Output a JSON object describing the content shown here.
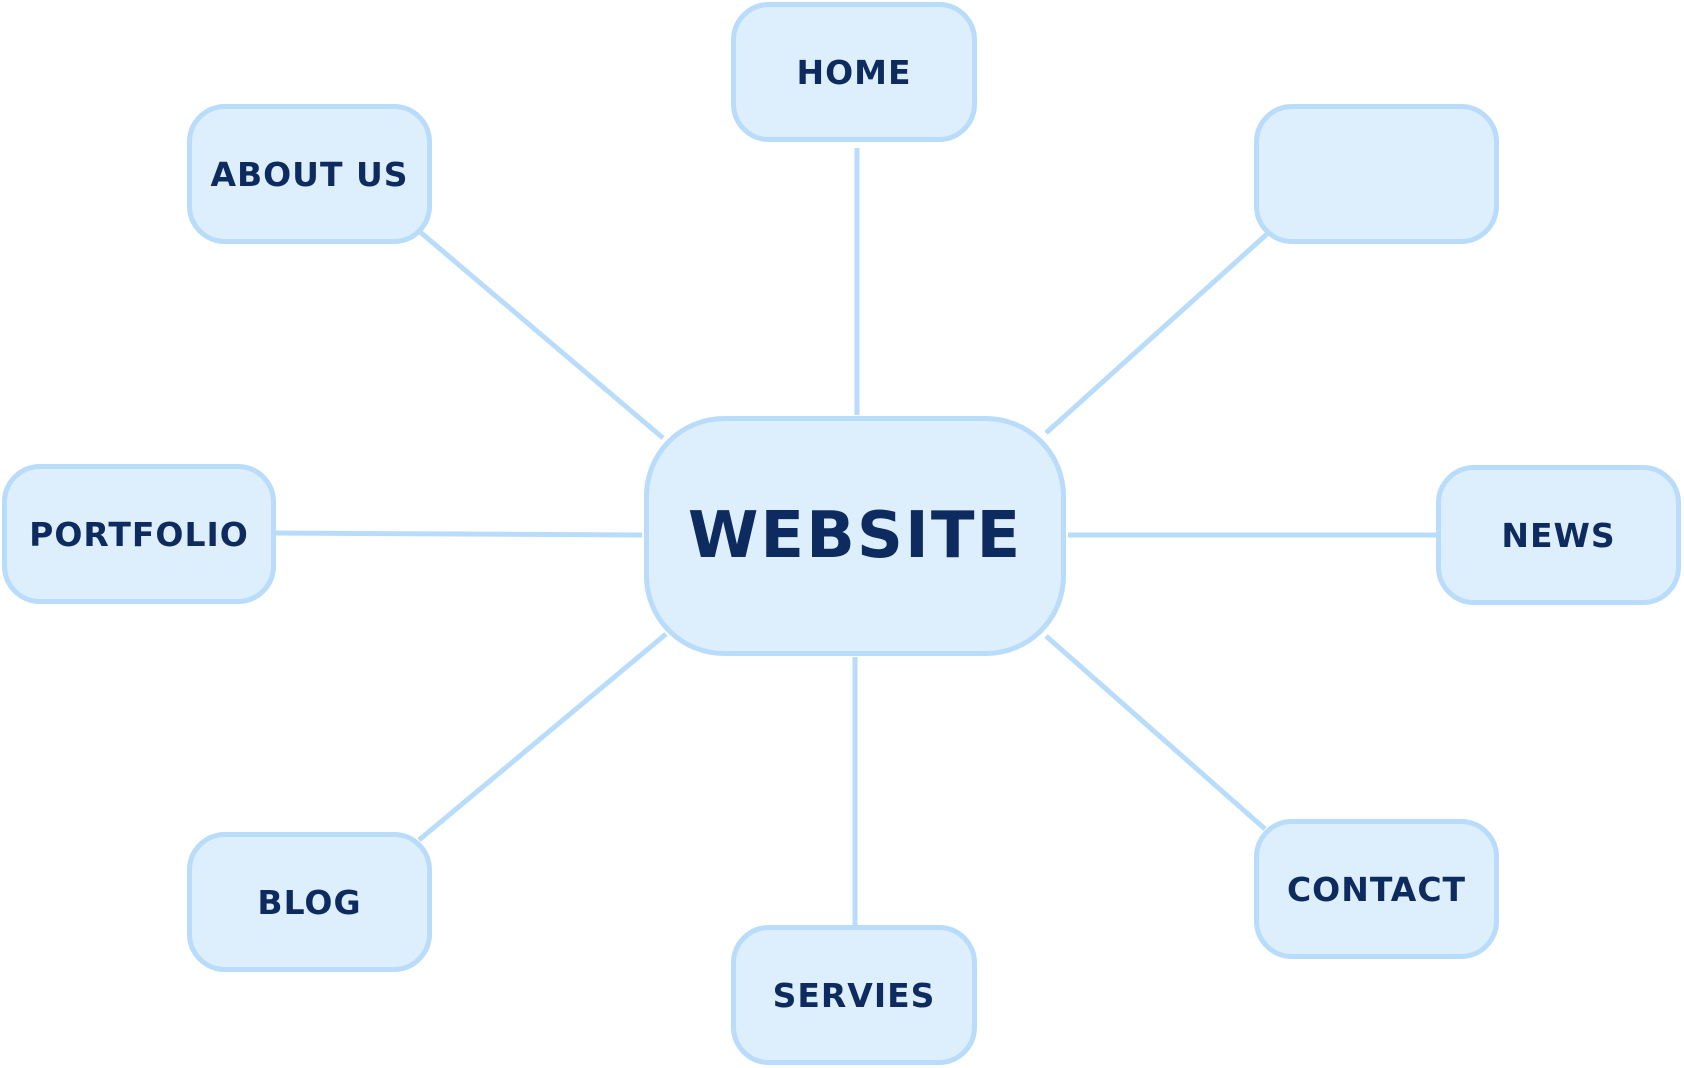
{
  "diagram": {
    "center": "WEBSITE",
    "nodes": {
      "home": "HOME",
      "about": "ABOUT US",
      "blank": "",
      "portfolio": "PORTFOLIO",
      "news": "NEWS",
      "blog": "BLOG",
      "servies": "SERVIES",
      "contact": "CONTACT"
    }
  },
  "colors": {
    "fill": "#ddeefc",
    "border": "#b8dcfa",
    "text": "#0d2b5e"
  }
}
